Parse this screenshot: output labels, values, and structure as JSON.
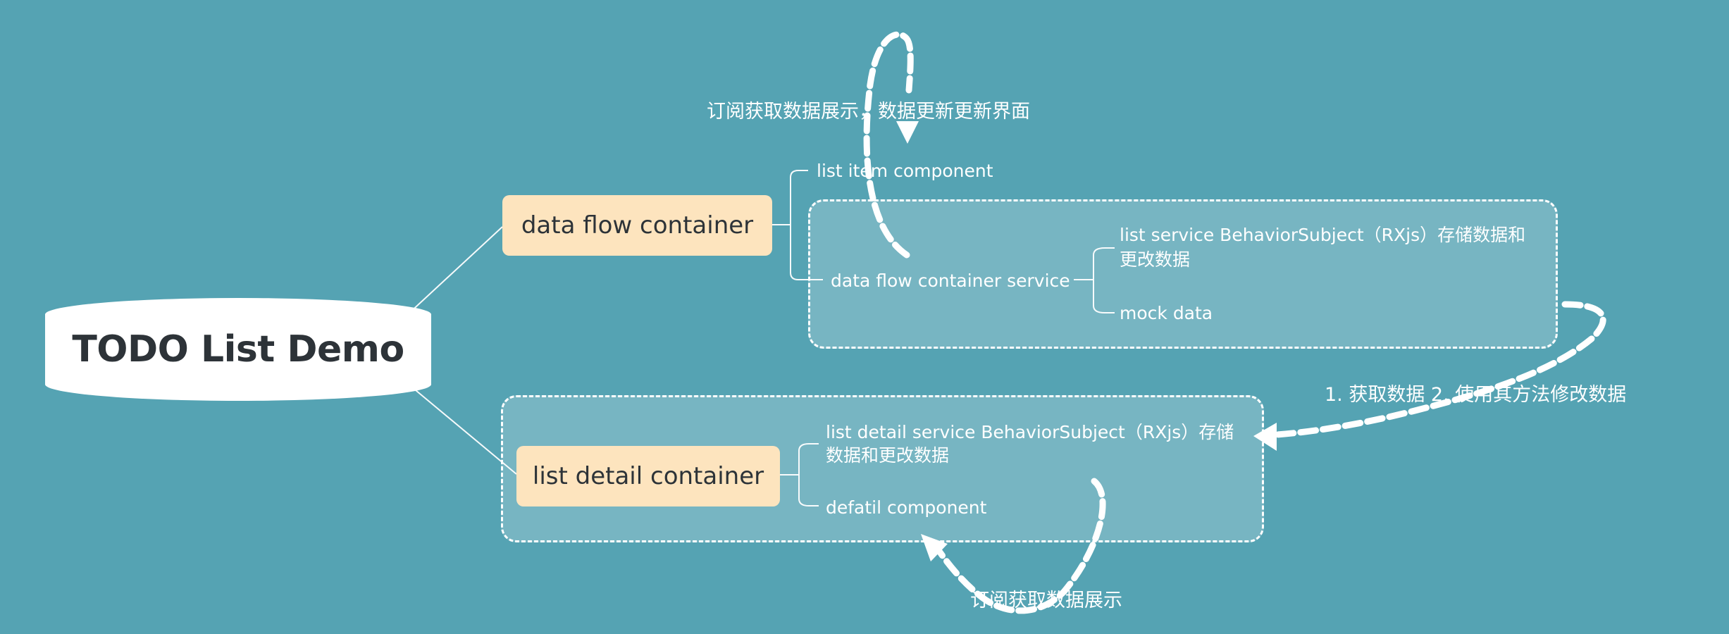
{
  "root": {
    "label": "TODO List Demo"
  },
  "branches": {
    "data_flow": {
      "label": "data flow container",
      "children": {
        "list_item": "list item component",
        "service": "data flow container service",
        "service_children": {
          "behavior_line1": "list service BehaviorSubject（RXjs）存储数据和",
          "behavior_line2": "更改数据",
          "mock": "mock data"
        }
      }
    },
    "list_detail": {
      "label": "list detail container",
      "children": {
        "service_line1": "list detail service  BehaviorSubject（RXjs）存储",
        "service_line2": "数据和更改数据",
        "component": "defatil component"
      }
    }
  },
  "annotations": {
    "top": "订阅获取数据展示，数据更新更新界面",
    "right": "1. 获取数据 2. 使用其方法修改数据",
    "bottom": "订阅获取数据展示"
  },
  "colors": {
    "background": "#55A3B3",
    "root_fill": "#FFFFFF",
    "main_node_fill": "#FDE4BE",
    "text": "#FFFFFF",
    "dark_text": "#2D3338"
  }
}
